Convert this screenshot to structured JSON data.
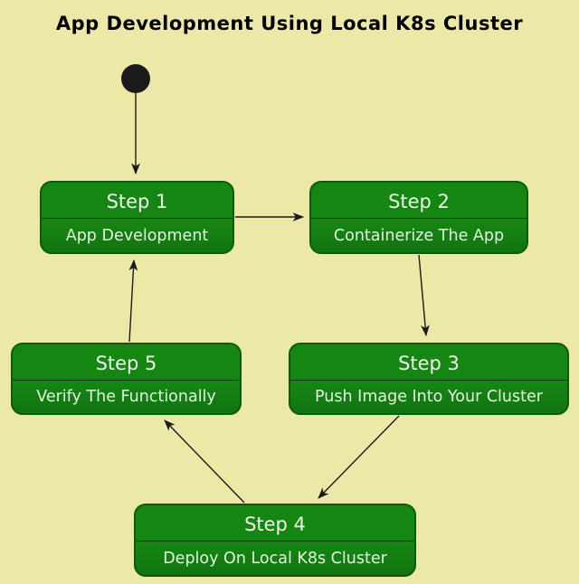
{
  "diagram": {
    "title": "App Development Using Local K8s Cluster",
    "type": "activity-flow",
    "steps": [
      {
        "title": "Step 1",
        "description": "App Development"
      },
      {
        "title": "Step 2",
        "description": "Containerize The App"
      },
      {
        "title": "Step 3",
        "description": "Push Image Into Your Cluster"
      },
      {
        "title": "Step 4",
        "description": "Deploy On Local K8s Cluster"
      },
      {
        "title": "Step 5",
        "description": "Verify The Functionally"
      }
    ],
    "edges": [
      {
        "from": "start",
        "to": "Step 1"
      },
      {
        "from": "Step 1",
        "to": "Step 2"
      },
      {
        "from": "Step 2",
        "to": "Step 3"
      },
      {
        "from": "Step 3",
        "to": "Step 4"
      },
      {
        "from": "Step 4",
        "to": "Step 5"
      },
      {
        "from": "Step 5",
        "to": "Step 1"
      }
    ],
    "colors": {
      "background": "#ece8a8",
      "node_fill": "#168613",
      "node_fill_dark": "#117410",
      "node_border": "#0a5c0a",
      "node_divider": "#0a3d08",
      "node_text": "#e2f4de",
      "arrow": "#1a1a1a",
      "title_text": "#000000"
    }
  }
}
